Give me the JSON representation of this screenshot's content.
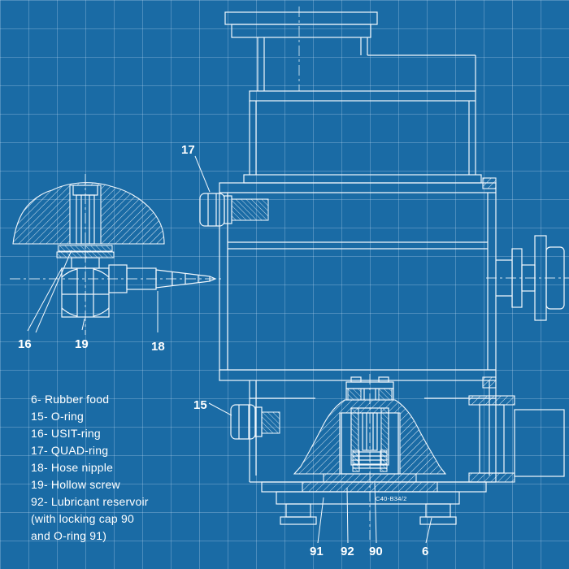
{
  "colors": {
    "background": "#1a6ba5",
    "grid_line": "rgba(203,228,246,0.28)",
    "line": "#f2f8fd",
    "text": "#ffffff"
  },
  "legend": {
    "lines": [
      "6- Rubber food",
      "15- O-ring",
      "16- USIT-ring",
      "17- QUAD-ring",
      "18-  Hose nipple",
      "19-  Hollow screw",
      "92- Lubricant reservoir",
      "(with locking cap 90",
      "and O-ring 91)"
    ]
  },
  "callouts": {
    "c17": "17",
    "c16": "16",
    "c19": "19",
    "c18": "18",
    "c15": "15",
    "c91": "91",
    "c92": "92",
    "c90": "90",
    "c6": "6"
  },
  "drawing_label": "C40-B34/2"
}
